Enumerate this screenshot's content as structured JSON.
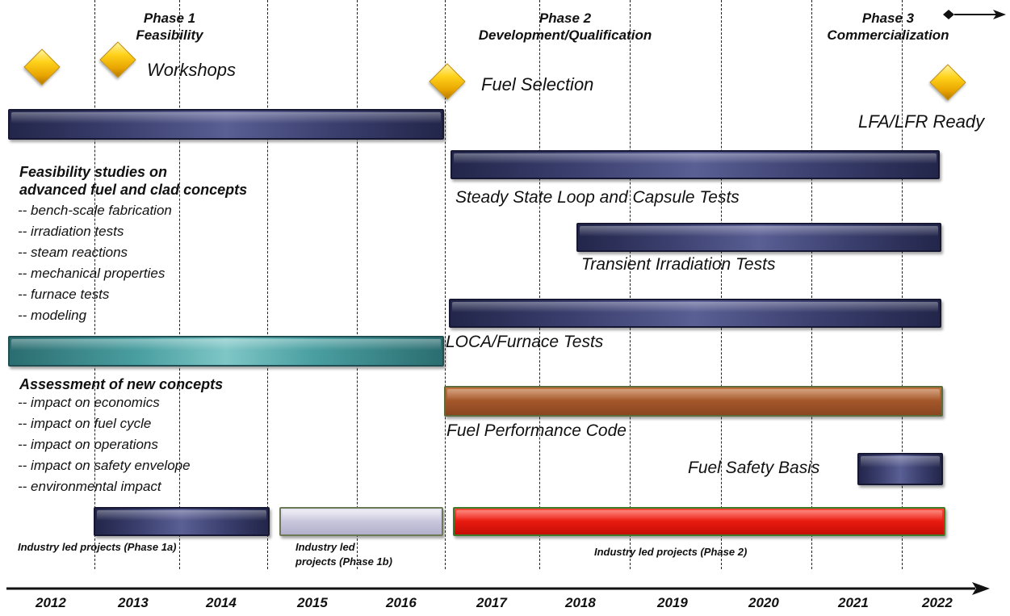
{
  "phases": [
    {
      "line1": "Phase 1",
      "line2": "Feasibility"
    },
    {
      "line1": "Phase 2",
      "line2": "Development/Qualification"
    },
    {
      "line1": "Phase 3",
      "line2": "Commercialization"
    }
  ],
  "milestones": {
    "workshops": "Workshops",
    "fuel_selection": "Fuel Selection",
    "lfa_ready": "LFA/LFR Ready"
  },
  "bars": {
    "steady_state": "Steady State Loop and Capsule Tests",
    "transient": "Transient Irradiation Tests",
    "loca": "LOCA/Furnace Tests",
    "fuel_performance": "Fuel Performance Code",
    "fuel_safety": "Fuel Safety Basis"
  },
  "feasibility": {
    "title_line1": "Feasibility studies on",
    "title_line2": "advanced fuel and clad concepts",
    "items": [
      "-- bench-scale fabrication",
      "-- irradiation tests",
      "-- steam reactions",
      "-- mechanical properties",
      "-- furnace tests",
      "-- modeling"
    ]
  },
  "assessment": {
    "title": "Assessment of new concepts",
    "items": [
      "-- impact on economics",
      "-- impact on fuel cycle",
      "-- impact on operations",
      "-- impact on safety envelope",
      "-- environmental impact"
    ]
  },
  "industry": {
    "phase1a": "Industry led projects (Phase 1a)",
    "phase1b_line1": "Industry led",
    "phase1b_line2": "projects (Phase 1b)",
    "phase2": "Industry led projects (Phase 2)"
  },
  "years": [
    "2012",
    "2013",
    "2014",
    "2015",
    "2016",
    "2017",
    "2018",
    "2019",
    "2020",
    "2021",
    "2022"
  ]
}
